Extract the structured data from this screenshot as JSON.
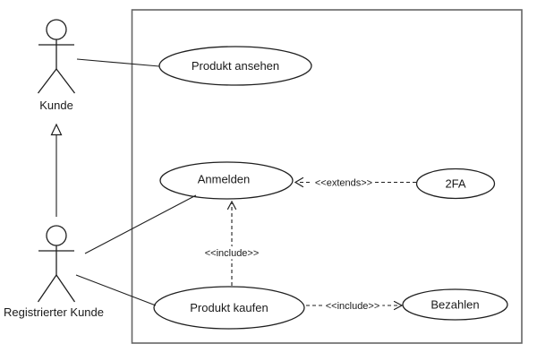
{
  "diagram": {
    "kind": "uml-use-case-diagram",
    "colors": {
      "background": "#ffffff",
      "stroke": "#1f1f1f",
      "boundary_stroke": "#666666"
    },
    "actors": [
      {
        "label": "Kunde"
      },
      {
        "label": "Registrierter Kunde"
      }
    ],
    "use_cases": [
      {
        "label": "Produkt ansehen"
      },
      {
        "label": "Anmelden"
      },
      {
        "label": "2FA"
      },
      {
        "label": "Produkt kaufen"
      },
      {
        "label": "Bezahlen"
      }
    ],
    "relationships": [
      {
        "from": "Kunde",
        "to": "Produkt ansehen",
        "type": "association",
        "label": ""
      },
      {
        "from": "Registrierter Kunde",
        "to": "Kunde",
        "type": "generalization",
        "label": ""
      },
      {
        "from": "Registrierter Kunde",
        "to": "Anmelden",
        "type": "association",
        "label": ""
      },
      {
        "from": "Registrierter Kunde",
        "to": "Produkt kaufen",
        "type": "association",
        "label": ""
      },
      {
        "from": "2FA",
        "to": "Anmelden",
        "type": "extends",
        "label": "<<extends>>"
      },
      {
        "from": "Produkt kaufen",
        "to": "Anmelden",
        "type": "include",
        "label": "<<include>>"
      },
      {
        "from": "Produkt kaufen",
        "to": "Bezahlen",
        "type": "include",
        "label": "<<include>>"
      }
    ]
  }
}
